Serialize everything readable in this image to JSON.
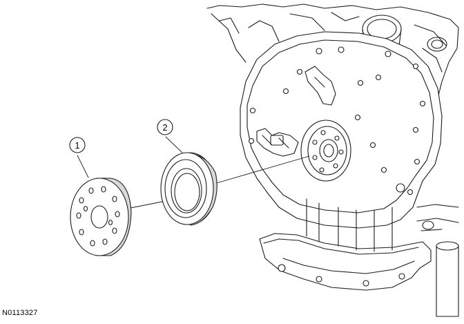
{
  "callouts": [
    {
      "label": "1"
    },
    {
      "label": "2"
    }
  ],
  "figure_id": "N0113327",
  "colors": {
    "line": "#1a1a1a",
    "fill": "#ffffff",
    "shade": "#d9d9d9"
  }
}
